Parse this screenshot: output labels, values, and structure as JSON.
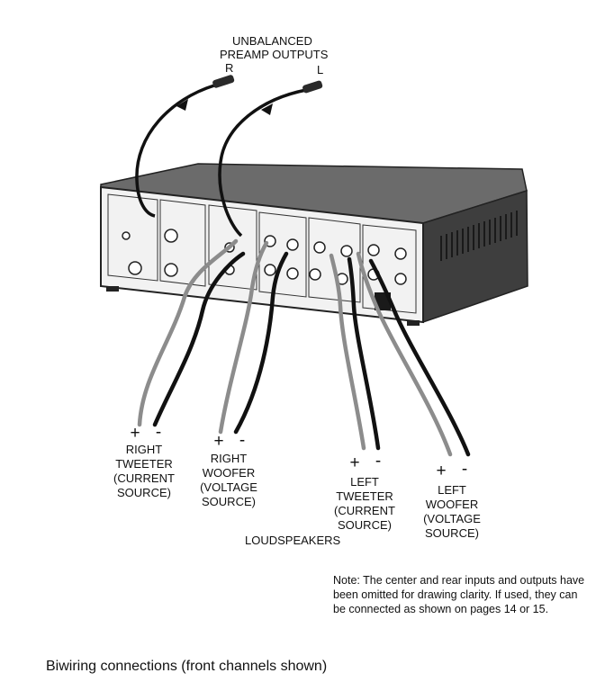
{
  "preamp": {
    "title_line1": "UNBALANCED",
    "title_line2": "PREAMP OUTPUTS",
    "right": "R",
    "left": "L"
  },
  "terminals": {
    "rt": {
      "plus": "+",
      "minus": "-",
      "line1": "RIGHT",
      "line2": "TWEETER",
      "line3": "(CURRENT",
      "line4": "SOURCE)"
    },
    "rw": {
      "plus": "+",
      "minus": "-",
      "line1": "RIGHT",
      "line2": "WOOFER",
      "line3": "(VOLTAGE",
      "line4": "SOURCE)"
    },
    "lt": {
      "plus": "+",
      "minus": "-",
      "line1": "LEFT",
      "line2": "TWEETER",
      "line3": "(CURRENT",
      "line4": "SOURCE)"
    },
    "lw": {
      "plus": "+",
      "minus": "-",
      "line1": "LEFT",
      "line2": "WOOFER",
      "line3": "(VOLTAGE",
      "line4": "SOURCE)"
    }
  },
  "loudspeakers": "LOUDSPEAKERS",
  "note": "Note: The center and rear inputs and outputs have been omitted for drawing clarity. If used, they can be connected as shown on pages 14 or 15.",
  "caption": "Biwiring connections (front channels shown)",
  "colors": {
    "wire_black": "#111111",
    "wire_gray": "#8c8c8c",
    "chassis_side": "#4a4a4a",
    "chassis_top": "#6b6b6b",
    "panel": "#f2f2f2"
  }
}
